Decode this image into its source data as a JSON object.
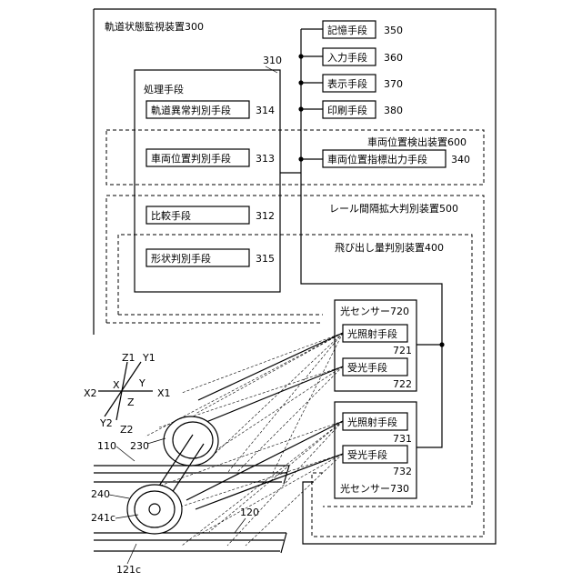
{
  "system": {
    "label": "軌道状態監視装置300"
  },
  "processing": {
    "ref": "310",
    "title": "処理手段",
    "units": [
      {
        "label": "軌道異常判別手段",
        "ref": "314"
      },
      {
        "label": "車両位置判別手段",
        "ref": "313"
      },
      {
        "label": "比較手段",
        "ref": "312"
      },
      {
        "label": "形状判別手段",
        "ref": "315"
      }
    ]
  },
  "peripherals": [
    {
      "label": "記憶手段",
      "ref": "350"
    },
    {
      "label": "入力手段",
      "ref": "360"
    },
    {
      "label": "表示手段",
      "ref": "370"
    },
    {
      "label": "印刷手段",
      "ref": "380"
    }
  ],
  "detectors": {
    "vehicle_position": "車両位置検出装置600",
    "indicator_output": {
      "label": "車両位置指標出力手段",
      "ref": "340"
    },
    "rail_gap": "レール間隔拡大判別装置500",
    "protrusion": "飛び出し量判別装置400"
  },
  "sensors": [
    {
      "title": "光センサー720",
      "emitter": "光照射手段",
      "emitter_ref": "721",
      "receiver": "受光手段",
      "receiver_ref": "722"
    },
    {
      "title": "光センサー730",
      "emitter": "光照射手段",
      "emitter_ref": "731",
      "receiver": "受光手段",
      "receiver_ref": "732"
    }
  ],
  "axes": {
    "z1": "Z1",
    "y1": "Y1",
    "x2": "X2",
    "x": "X",
    "y": "Y",
    "x1": "X1",
    "z": "Z",
    "y2": "Y2",
    "z2": "Z2"
  },
  "mechanical": {
    "rail_110": "110",
    "wheel_230": "230",
    "wheel_240": "240",
    "axle_241c": "241c",
    "rail_120": "120",
    "label_121c": "121c"
  }
}
